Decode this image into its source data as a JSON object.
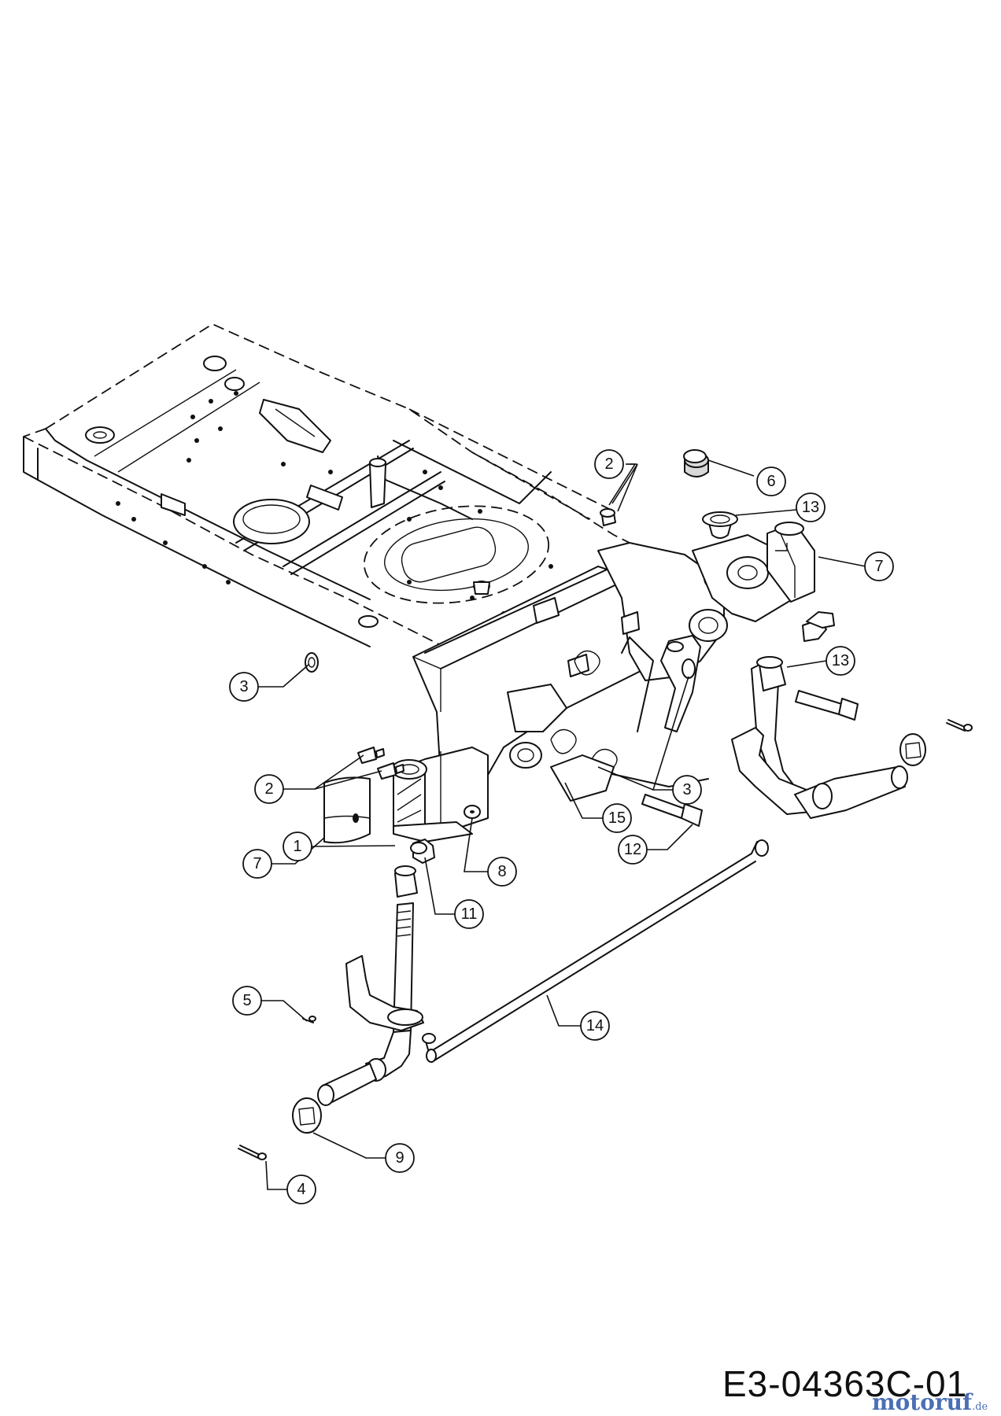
{
  "diagram_code": "E3-04363C-01",
  "watermark": {
    "brand": "motoruf",
    "suffix": ".de"
  },
  "callouts": [
    {
      "id": "c2a",
      "label": "2"
    },
    {
      "id": "c6",
      "label": "6"
    },
    {
      "id": "c13a",
      "label": "13"
    },
    {
      "id": "c7a",
      "label": "7"
    },
    {
      "id": "c13b",
      "label": "13"
    },
    {
      "id": "c3a",
      "label": "3"
    },
    {
      "id": "c2b",
      "label": "2"
    },
    {
      "id": "c1",
      "label": "1"
    },
    {
      "id": "c3b",
      "label": "3"
    },
    {
      "id": "c15",
      "label": "15"
    },
    {
      "id": "c7b",
      "label": "7"
    },
    {
      "id": "c12",
      "label": "12"
    },
    {
      "id": "c8",
      "label": "8"
    },
    {
      "id": "c11",
      "label": "11"
    },
    {
      "id": "c5",
      "label": "5"
    },
    {
      "id": "c14",
      "label": "14"
    },
    {
      "id": "c9",
      "label": "9"
    },
    {
      "id": "c4",
      "label": "4"
    }
  ]
}
